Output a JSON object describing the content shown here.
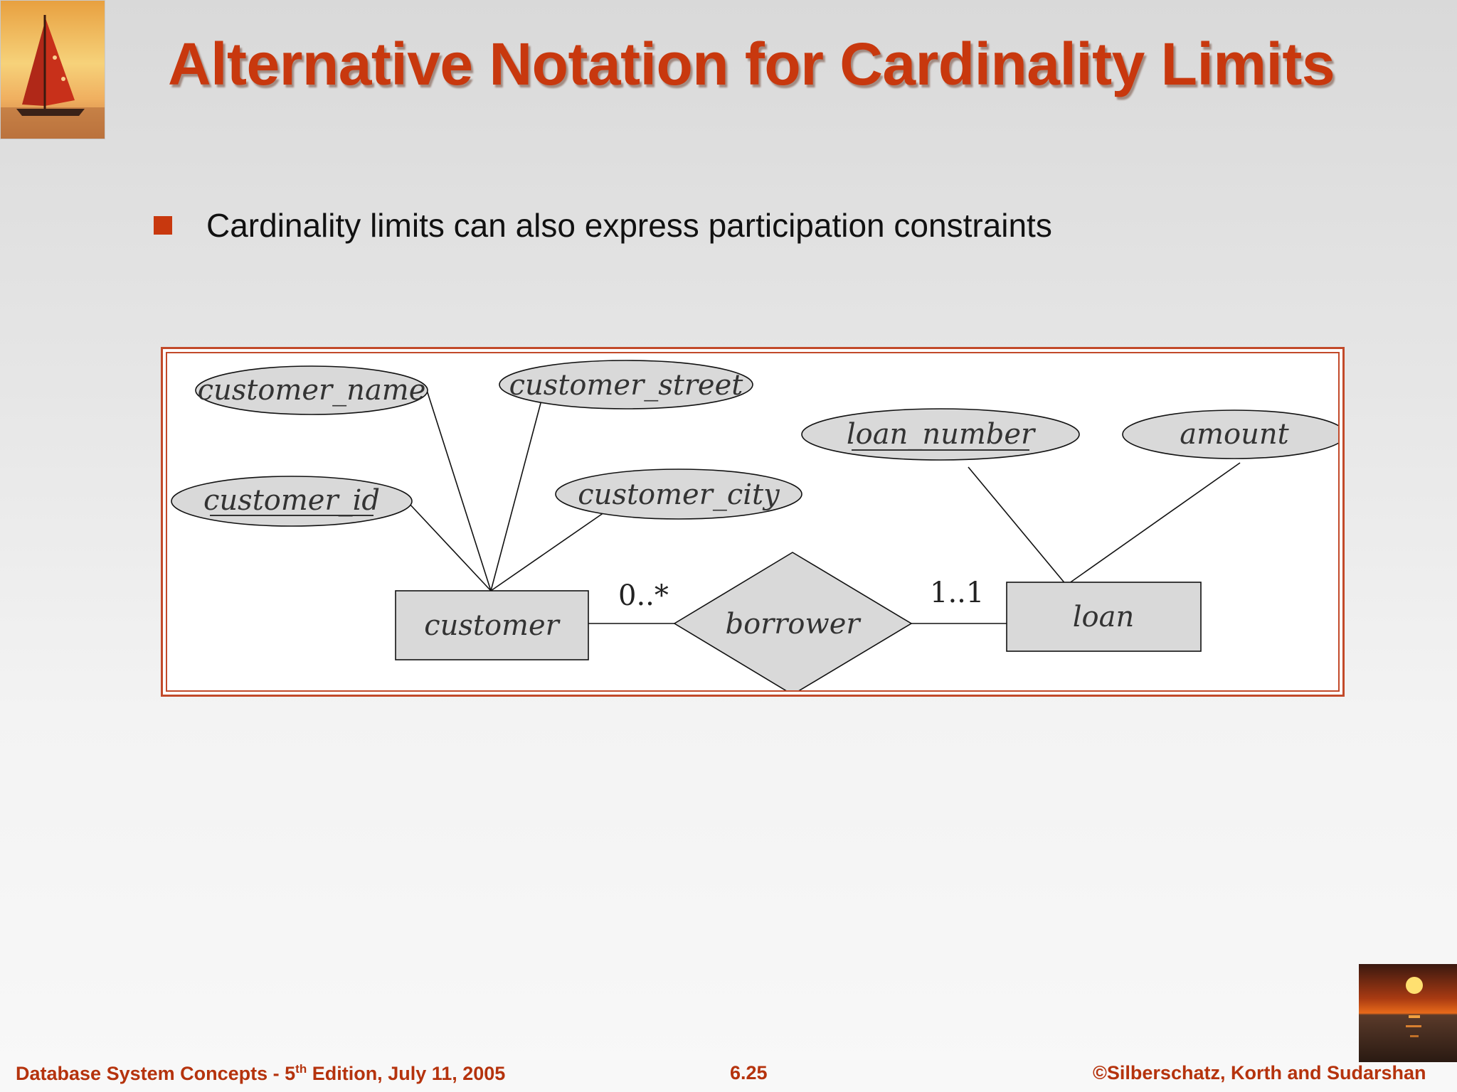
{
  "slide": {
    "title": "Alternative Notation for Cardinality Limits",
    "bullet": "Cardinality limits can also express participation constraints"
  },
  "diagram": {
    "attributes": {
      "customer_name": "customer_name",
      "customer_street": "customer_street",
      "customer_id": "customer_id",
      "customer_city": "customer_city",
      "loan_number": "loan_number",
      "amount": "amount"
    },
    "entities": {
      "customer": "customer",
      "loan": "loan"
    },
    "relationship": "borrower",
    "cardinality": {
      "customer_side": "0..*",
      "loan_side": "1..1"
    }
  },
  "footer": {
    "left_prefix": "Database System Concepts - 5",
    "left_sup": "th",
    "left_suffix": " Edition, July 11, 2005",
    "center": "6.25",
    "right": "©Silberschatz, Korth and Sudarshan"
  },
  "colors": {
    "accent": "#c8380e",
    "shape_fill": "#d9d9d9",
    "frame": "#c24a2a"
  }
}
